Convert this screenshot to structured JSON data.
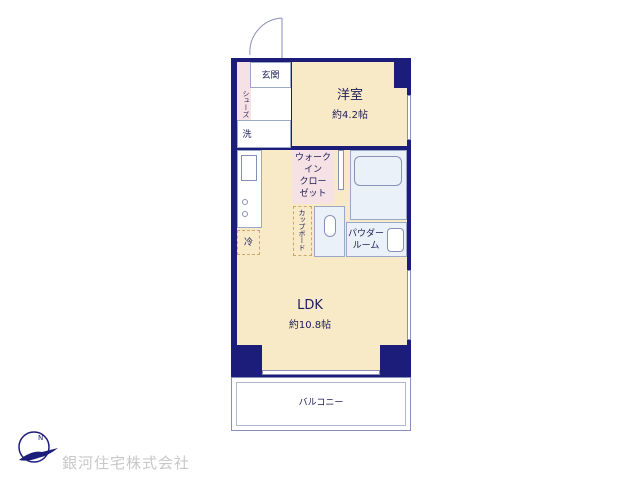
{
  "rooms": {
    "genkan": "玄関",
    "shoes": "シューズ",
    "wash": "洗",
    "western_room": {
      "name": "洋室",
      "size": "約4.2帖"
    },
    "walk_in": [
      "ウォーク",
      "イン",
      "クロー",
      "ゼット"
    ],
    "cupboard": "カップボード",
    "powder_room": [
      "パウダー",
      "ルーム"
    ],
    "fridge": "冷",
    "ldk": {
      "name": "LDK",
      "size": "約10.8帖"
    },
    "balcony": "バルコニー"
  },
  "company": "銀河住宅株式会社",
  "compass": "N",
  "colors": {
    "wall": "#1c1c7a",
    "room": "#f8eac6",
    "closet": "#f6e2e4",
    "wet": "#eaf1f8"
  }
}
